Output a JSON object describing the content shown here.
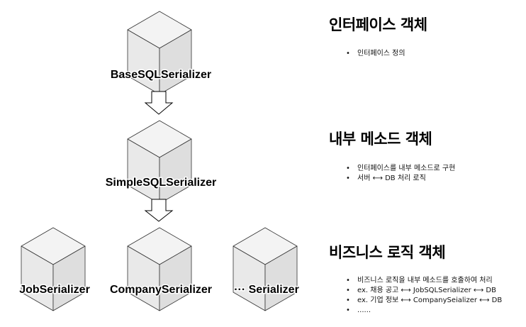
{
  "diagram": {
    "cubes": [
      {
        "id": "base",
        "label": "BaseSQLSerializer"
      },
      {
        "id": "simple",
        "label": "SimpleSQLSerializer"
      },
      {
        "id": "job",
        "label": "JobSerializer"
      },
      {
        "id": "company",
        "label": "CompanySerializer"
      },
      {
        "id": "etc",
        "label": "··· Serializer"
      }
    ],
    "colors": {
      "cube_top": "#f3f3f3",
      "cube_left": "#e9e9e9",
      "cube_right": "#dedede",
      "cube_edge": "#333333",
      "arrow_fill": "#ffffff",
      "arrow_stroke": "#000000"
    }
  },
  "sections": {
    "interface": {
      "title": "인터페이스 객체",
      "items": [
        "인터페이스 정의"
      ]
    },
    "inner": {
      "title": "내부 메소드 객체",
      "items": [
        "인터페이스를 내부 메소드로 구현",
        "서버 ⟷ DB 처리 로직"
      ]
    },
    "business": {
      "title": "비즈니스 로직 객체",
      "items": [
        "비즈니스 로직을 내부 메소드를 호출하여 처리",
        "ex. 채용 공고 ⟷ JobSQLSerializer ⟷ DB",
        "ex. 기업 정보 ⟷ CompanySeializer ⟷ DB",
        "......"
      ]
    }
  }
}
